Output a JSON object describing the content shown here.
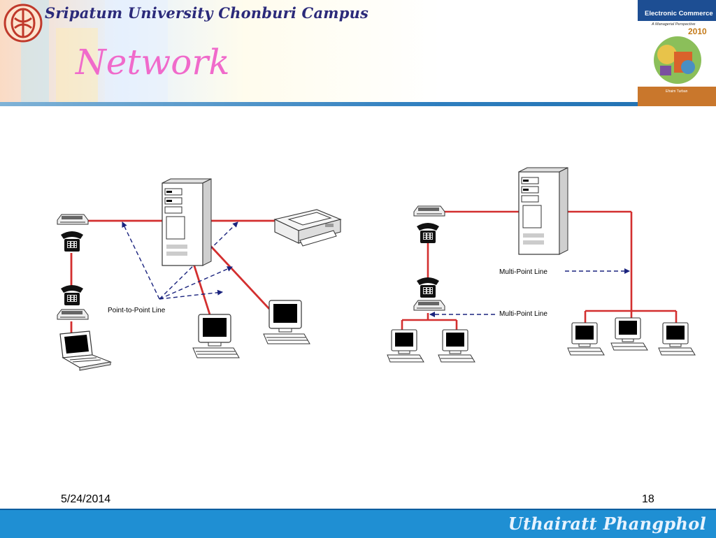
{
  "header": {
    "university": "Sripatum University Chonburi Campus",
    "title": "Network"
  },
  "book_cover": {
    "title": "Electronic Commerce",
    "subtitle": "A Managerial Perspective",
    "year": "2010",
    "author": "Efraim Turban"
  },
  "diagram": {
    "left_label": "Point-to-Point Line",
    "right_label_top": "Multi-Point Line",
    "right_label_bottom": "Multi-Point Line",
    "colors": {
      "link": "#d32f2f",
      "arrow": "#1a237e"
    }
  },
  "footer": {
    "date": "5/24/2014",
    "page": "18",
    "author": "Uthairatt Phangphol"
  }
}
